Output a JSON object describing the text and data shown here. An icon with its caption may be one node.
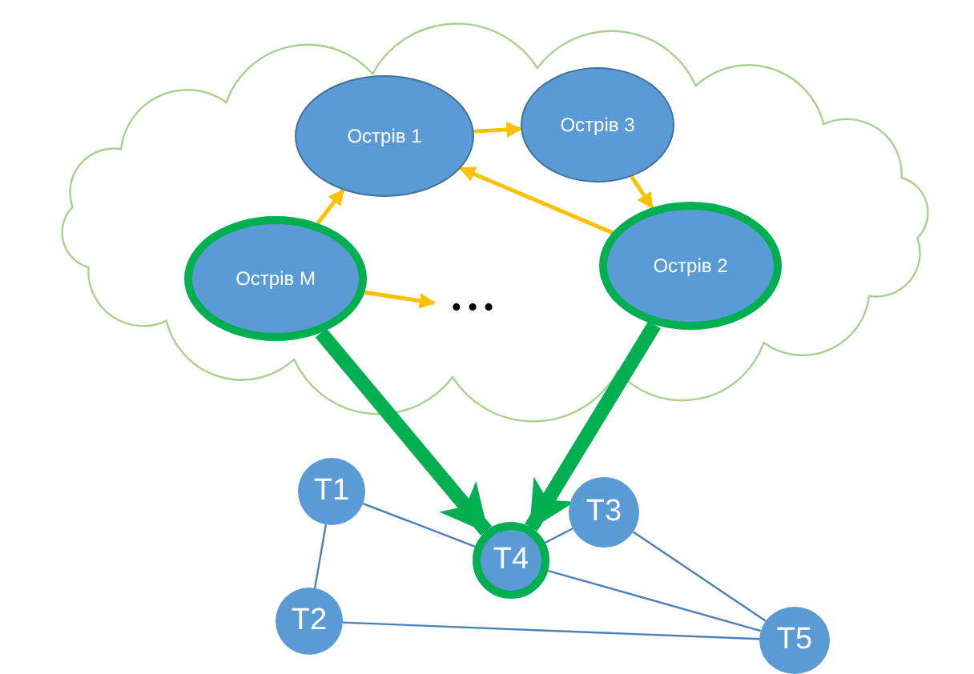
{
  "diagram": {
    "nodes": [
      {
        "text": [],
        "shape": "cloud"
      },
      {
        "text": [
          "Острів 1"
        ],
        "in": 0
      },
      {
        "text": [
          "Острів 3"
        ],
        "in": 0
      },
      {
        "text": [
          "Острів M"
        ],
        "in": 0
      },
      {
        "text": [
          "• • •"
        ],
        "in": 0
      },
      {
        "text": [
          "Острів 2"
        ],
        "in": 0
      },
      {
        "text": [
          "T1"
        ]
      },
      {
        "text": [
          "T3"
        ]
      },
      {
        "text": [
          "T4"
        ]
      },
      {
        "text": [
          "T2"
        ]
      },
      {
        "text": [
          "T5"
        ]
      }
    ],
    "edges": [
      {
        "from": 1,
        "to": 2,
        "arrow": "to",
        "color": "#ffc000"
      },
      {
        "from": 2,
        "to": 5,
        "arrow": "to",
        "color": "#ffc000"
      },
      {
        "from": 5,
        "to": 1,
        "arrow": "to",
        "color": "#ffc000"
      },
      {
        "from": 3,
        "to": 1,
        "arrow": "to",
        "color": "#ffc000"
      },
      {
        "from": 3,
        "to": 4,
        "arrow": "to",
        "color": "#ffc000"
      },
      {
        "from": 3,
        "to": 8,
        "arrow": "to",
        "style": "thick",
        "color": "#00b050"
      },
      {
        "from": 5,
        "to": 8,
        "arrow": "to",
        "style": "thick",
        "color": "#00b050"
      },
      {
        "from": 6,
        "to": 8,
        "arrow": "none"
      },
      {
        "from": 6,
        "to": 9,
        "arrow": "none"
      },
      {
        "from": 7,
        "to": 8,
        "arrow": "none"
      },
      {
        "from": 8,
        "to": 10,
        "arrow": "none"
      },
      {
        "from": 7,
        "to": 10,
        "arrow": "none"
      },
      {
        "from": 9,
        "to": 10,
        "arrow": "none"
      }
    ]
  }
}
